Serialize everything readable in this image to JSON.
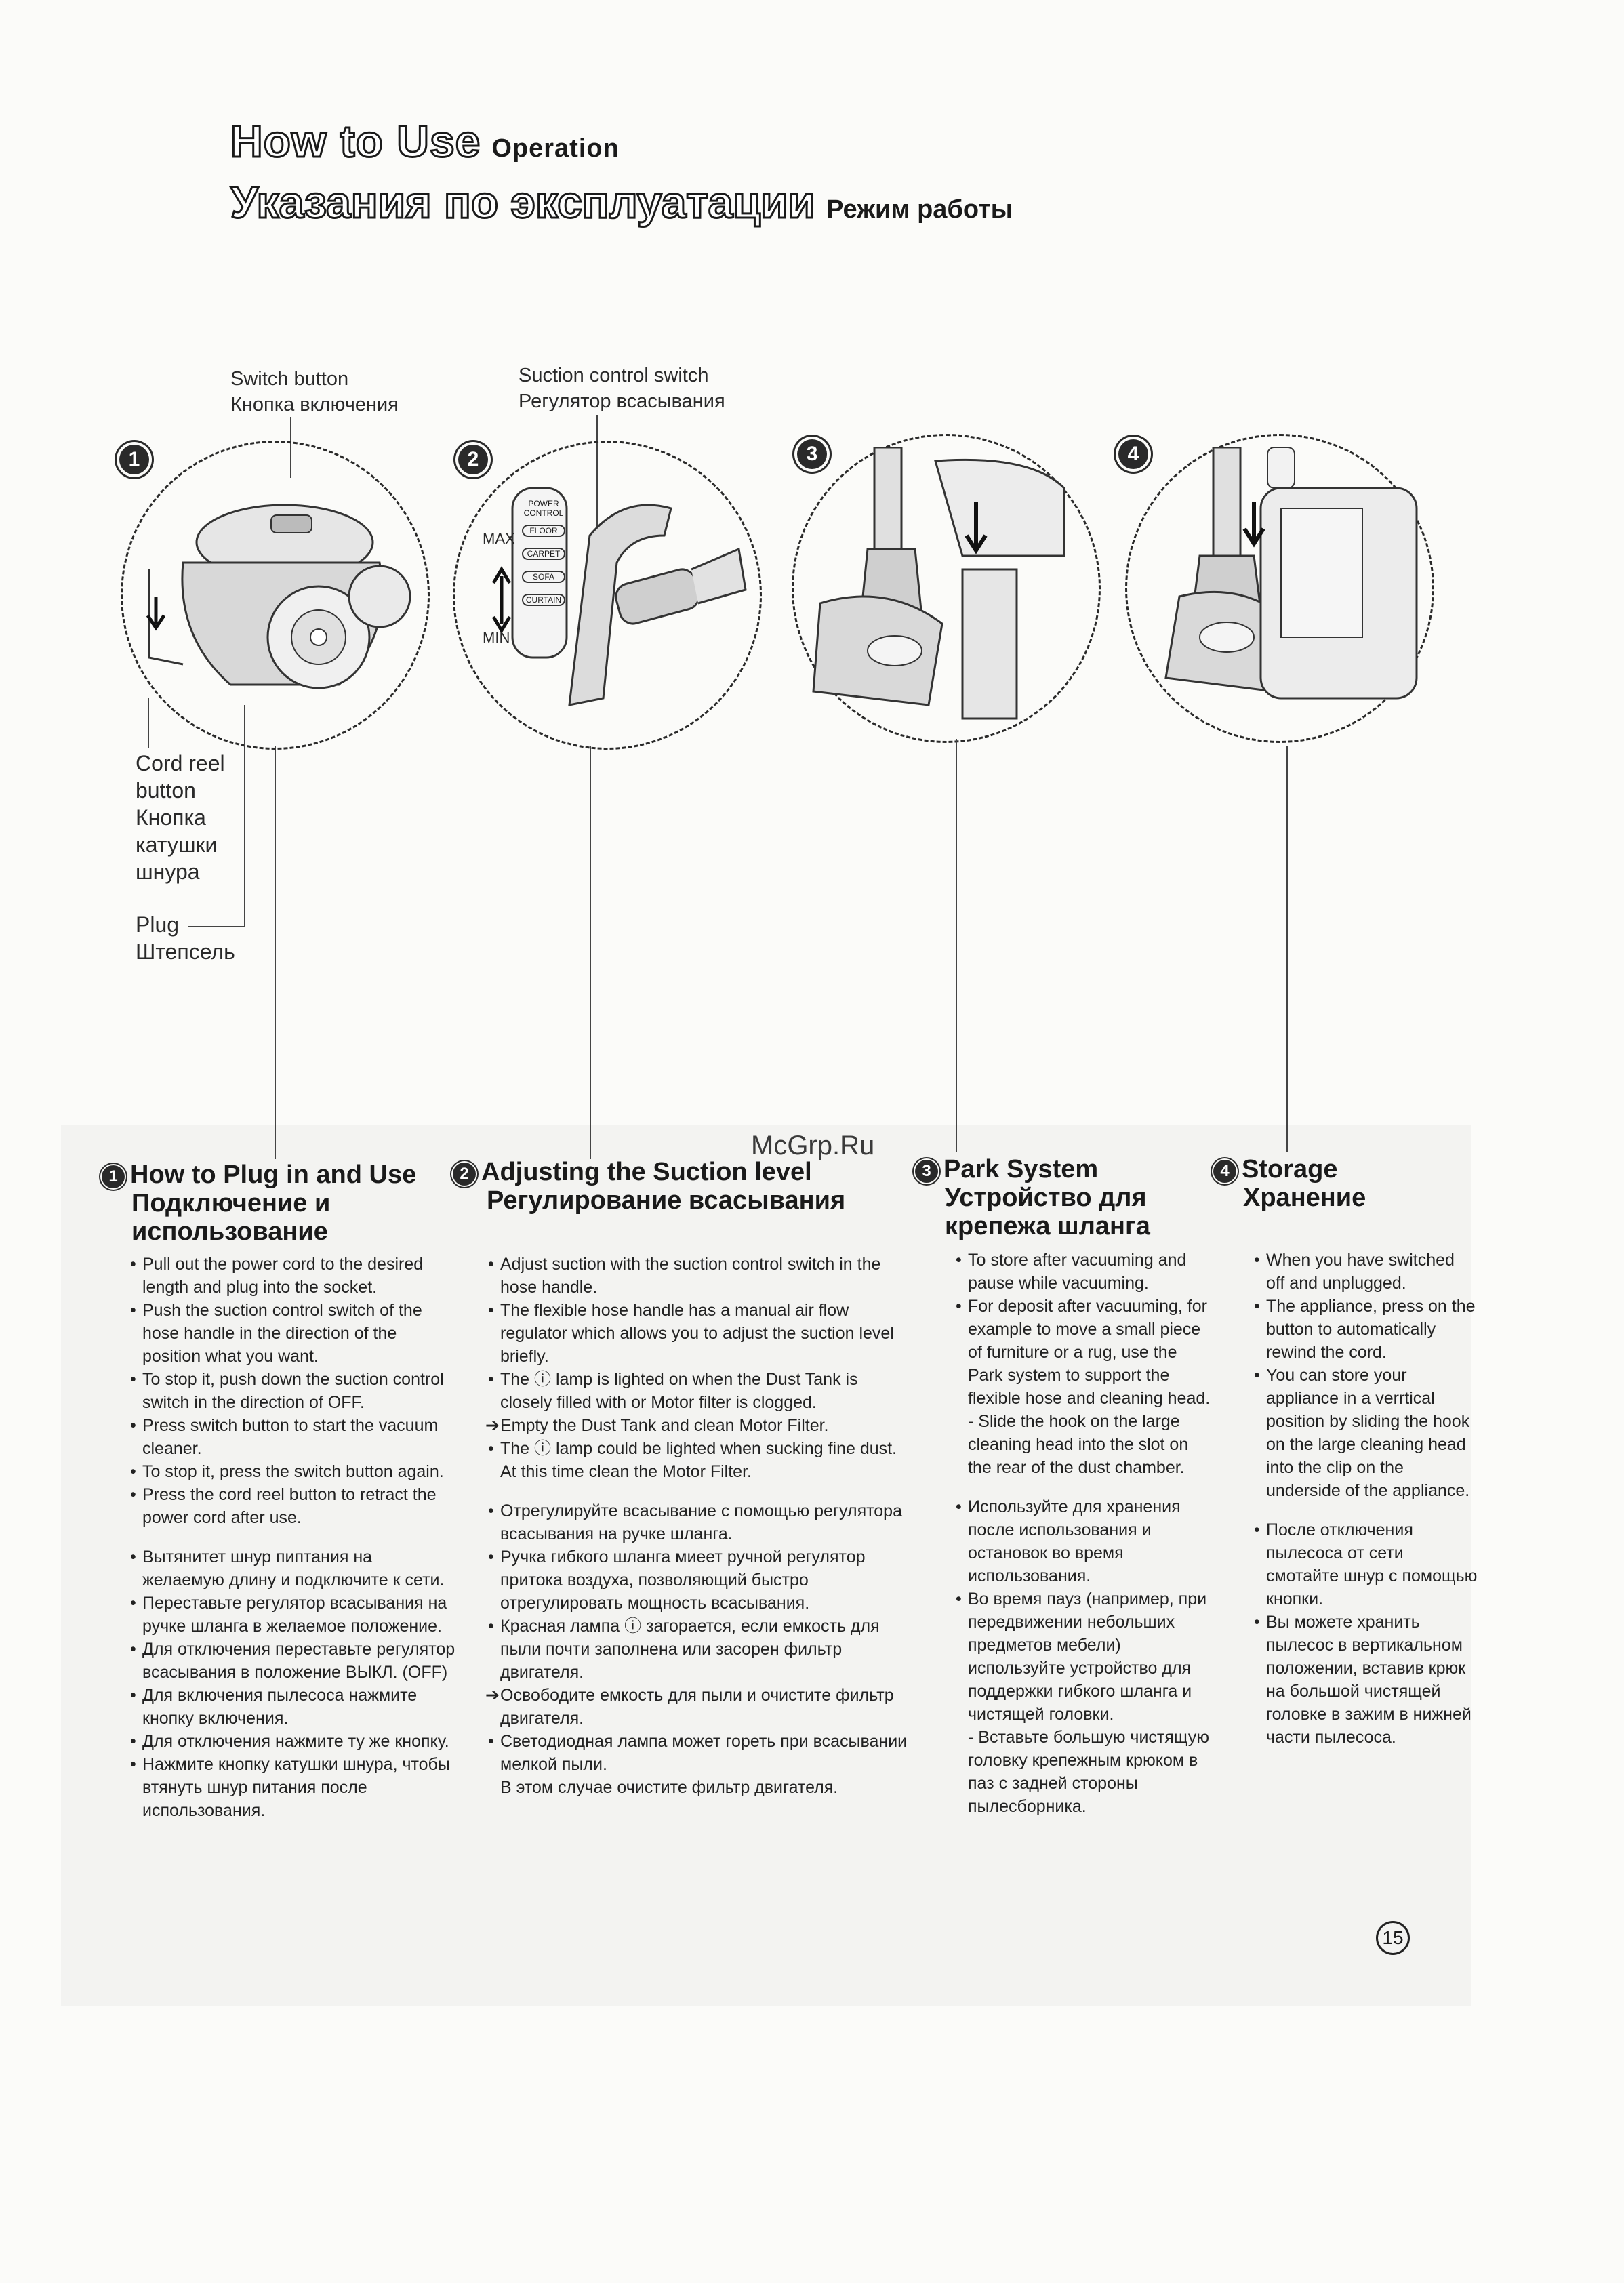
{
  "header": {
    "title_en": "How to Use",
    "subtitle_en": "Operation",
    "title_ru": "Указания по эксплуатации",
    "subtitle_ru": "Режим работы"
  },
  "diagram": {
    "switch_button_en": "Switch button",
    "switch_button_ru": "Кнопка включения",
    "suction_switch_en": "Suction control switch",
    "suction_switch_ru": "Регулятор всасывания",
    "cord_reel": [
      "Cord reel",
      "button",
      "Кнопка",
      "катушки",
      "шнура"
    ],
    "plug_en": "Plug",
    "plug_ru": "Штепсель",
    "max": "MAX",
    "min": "MIN",
    "control_panel": [
      "POWER CONTROL",
      "FLOOR",
      "CARPET",
      "SOFA",
      "CURTAIN"
    ],
    "steps": [
      "1",
      "2",
      "3",
      "4"
    ]
  },
  "watermark": "McGrp.Ru",
  "sections": [
    {
      "num": "1",
      "title_en": "How to Plug in and Use",
      "title_ru": [
        "Подключение и",
        "использование"
      ],
      "en": [
        "Pull out the power cord to the desired length and plug into the socket.",
        "Push the suction control switch of the hose handle in the direction of the position what you want.",
        "To stop it, push down the suction control switch in the direction of OFF.",
        "Press switch button to start the vacuum cleaner.",
        "To stop it, press the switch button again.",
        "Press the cord reel button to retract the power cord after use."
      ],
      "ru": [
        "Вытянитет шнур пиптания на желаемую длину и подключите к сети.",
        "Переставьте регулятор всасывания на ручке шланга в желаемое положение.",
        "Для отключения переставьте регулятор всасывания в положение ВЫКЛ. (OFF)",
        "Для включения пылесоса нажмите кнопку включения.",
        "Для отключения нажмите ту же кнопку.",
        "Нажмите кнопку катушки шнура, чтобы втянуть шнур питания после использования."
      ]
    },
    {
      "num": "2",
      "title_en": "Adjusting the Suction level",
      "title_ru": [
        "Регулирование всасывания"
      ],
      "en": [
        "Adjust suction with the suction control switch in the hose handle.",
        "The flexible hose handle has a manual air flow regulator which allows you to adjust the suction level briefly.",
        "The ⓘ lamp is lighted on when the Dust Tank is closely filled with or Motor filter is clogged."
      ],
      "en_arrow": "Empty the Dust Tank and clean Motor Filter.",
      "en_last": "The ⓘ lamp could be lighted when sucking fine dust.",
      "en_last_sub": "At this time clean the Motor Filter.",
      "ru": [
        "Отрегулируйте всасывание с помощью регулятора всасывания на ручке шланга.",
        "Ручка гибкого шланга миеет ручной регулятор притока воздуха, позволяющий быстро отрегулировать мощность всасывания.",
        "Красная лампа ⓘ загорается, если емкость для пыли почти заполнена или засорен фильтр двигателя."
      ],
      "ru_arrow": "Освободите емкость для пыли и очистите фильтр двигателя.",
      "ru_last": "Светодиодная лампа может гореть при всасывании мелкой пыли.",
      "ru_last_sub": "В этом случае очистите фильтр двигателя."
    },
    {
      "num": "3",
      "title_en": "Park System",
      "title_ru": [
        "Устройство для",
        "крепежа шланга"
      ],
      "en": [
        "To store after vacuuming and pause while vacuuming.",
        "For deposit after vacuuming, for example to move a small piece of furniture or a rug, use the Park system  to support the flexible hose and cleaning head."
      ],
      "en_sub": "- Slide the hook on the large cleaning head into the slot on the rear of the dust chamber.",
      "ru": [
        "Используйте для хранения после использования и остановок во время использования.",
        "Во время пауз (например, при передвижении небольших предметов мебели) используйте устройство для поддержки гибкого шланга и чистящей головки."
      ],
      "ru_sub": "- Вставьте большую чистящую головку крепежным крюком в паз с задней стороны пылесборника."
    },
    {
      "num": "4",
      "title_en": "Storage",
      "title_ru": [
        "Хранение"
      ],
      "en": [
        "When you have switched off and unplugged.",
        "The appliance, press on the button to automatically rewind the cord.",
        "You can store your appliance in a verrtical position by sliding the hook on the large cleaning head into the clip on the underside of the appliance."
      ],
      "ru": [
        "После отключения пылесоса от сети смотайте шнур с помощью кнопки.",
        "Вы можете хранить пылесос в вертикальном положении, вставив крюк на большой чистящей головке в зажим в нижней части пылесоса."
      ]
    }
  ],
  "page_number": "15"
}
